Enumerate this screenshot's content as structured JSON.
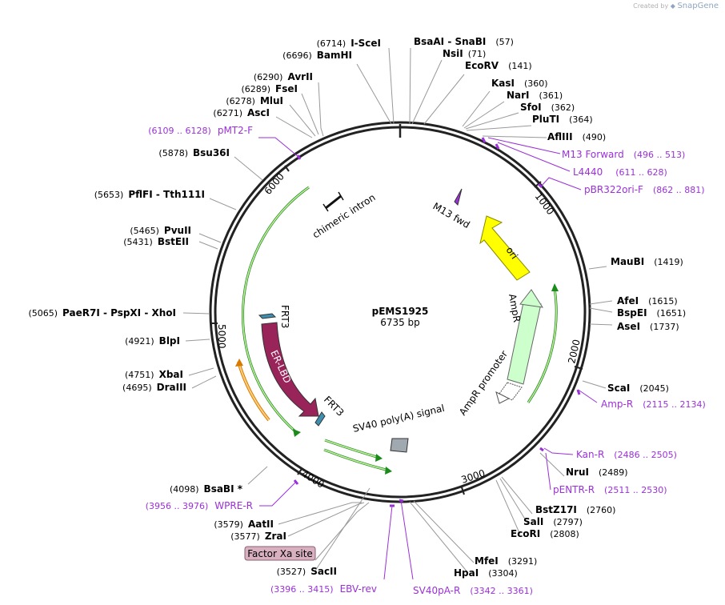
{
  "credit": {
    "prefix": "Created by",
    "brand": "SnapGene"
  },
  "plasmid": {
    "name": "pEMS1925",
    "size": "6735 bp",
    "length": 6735
  },
  "ticks": [
    "1000",
    "2000",
    "3000",
    "4000",
    "5000",
    "6000"
  ],
  "sites": [
    {
      "pos": "(6714)",
      "name": "I-SceI"
    },
    {
      "pos": "(6696)",
      "name": "BamHI"
    },
    {
      "pos": "(6290)",
      "name": "AvrII"
    },
    {
      "pos": "(6289)",
      "name": "FseI"
    },
    {
      "pos": "(6278)",
      "name": "MluI"
    },
    {
      "pos": "(6271)",
      "name": "AscI"
    },
    {
      "pos": "(5878)",
      "name": "Bsu36I"
    },
    {
      "pos": "(5653)",
      "name": "PflFI - Tth111I"
    },
    {
      "pos": "(5465)",
      "name": "PvuII"
    },
    {
      "pos": "(5431)",
      "name": "BstEII"
    },
    {
      "pos": "(5065)",
      "name": "PaeR7I - PspXI - XhoI"
    },
    {
      "pos": "(4921)",
      "name": "BlpI"
    },
    {
      "pos": "(4751)",
      "name": "XbaI"
    },
    {
      "pos": "(4695)",
      "name": "DraIII"
    },
    {
      "pos": "(4098)",
      "name": "BsaBI *"
    },
    {
      "pos": "(3579)",
      "name": "AatII"
    },
    {
      "pos": "(3577)",
      "name": "ZraI"
    },
    {
      "pos": "(3527)",
      "name": "SacII"
    },
    {
      "pos": "(57)",
      "name": "BsaAI - SnaBI"
    },
    {
      "pos": "(71)",
      "name": "NsiI"
    },
    {
      "pos": "(141)",
      "name": "EcoRV"
    },
    {
      "pos": "(360)",
      "name": "KasI"
    },
    {
      "pos": "(361)",
      "name": "NarI"
    },
    {
      "pos": "(362)",
      "name": "SfoI"
    },
    {
      "pos": "(364)",
      "name": "PluTI"
    },
    {
      "pos": "(490)",
      "name": "AflIII"
    },
    {
      "pos": "(1419)",
      "name": "MauBI"
    },
    {
      "pos": "(1615)",
      "name": "AfeI"
    },
    {
      "pos": "(1651)",
      "name": "BspEI"
    },
    {
      "pos": "(1737)",
      "name": "AseI"
    },
    {
      "pos": "(2045)",
      "name": "ScaI"
    },
    {
      "pos": "(2489)",
      "name": "NruI"
    },
    {
      "pos": "(2760)",
      "name": "BstZ17I"
    },
    {
      "pos": "(2797)",
      "name": "SalI"
    },
    {
      "pos": "(2808)",
      "name": "EcoRI"
    },
    {
      "pos": "(3291)",
      "name": "MfeI"
    },
    {
      "pos": "(3304)",
      "name": "HpaI"
    }
  ],
  "primers": [
    {
      "name": "pMT2-F",
      "range": "(6109 .. 6128)"
    },
    {
      "name": "M13 Forward",
      "range": "(496 .. 513)"
    },
    {
      "name": "L4440",
      "range": "(611 .. 628)"
    },
    {
      "name": "pBR322ori-F",
      "range": "(862 .. 881)"
    },
    {
      "name": "Amp-R",
      "range": "(2115 .. 2134)"
    },
    {
      "name": "Kan-R",
      "range": "(2486 .. 2505)"
    },
    {
      "name": "pENTR-R",
      "range": "(2511 .. 2530)"
    },
    {
      "name": "WPRE-R",
      "range": "(3956 .. 3976)"
    },
    {
      "name": "EBV-rev",
      "range": "(3396 .. 3415)"
    },
    {
      "name": "SV40pA-R",
      "range": "(3342 .. 3361)"
    }
  ],
  "features": {
    "chimeric_intron": "chimeric intron",
    "m13_fwd": "M13 fwd",
    "ori": "ori",
    "ampr": "AmpR",
    "ampr_promoter": "AmpR promoter",
    "frt3_top": "FRT3",
    "frt3_bottom": "FRT3",
    "er_lbd": "ER-LBD",
    "sv40_polya": "SV40 poly(A) signal",
    "factor_xa": "Factor Xa site"
  },
  "colors": {
    "backbone": "#222222",
    "primer": "#9b30d9",
    "ori": "#ffff00",
    "ampr": "#ccffcc",
    "er_lbd": "#99245a",
    "frt3": "#3e8fb0",
    "sv40_polya": "#a0a8b0",
    "factor_xa": "#d8b0c0",
    "orf_green": "#1a8a1a",
    "orf_orange": "#d97a00"
  }
}
